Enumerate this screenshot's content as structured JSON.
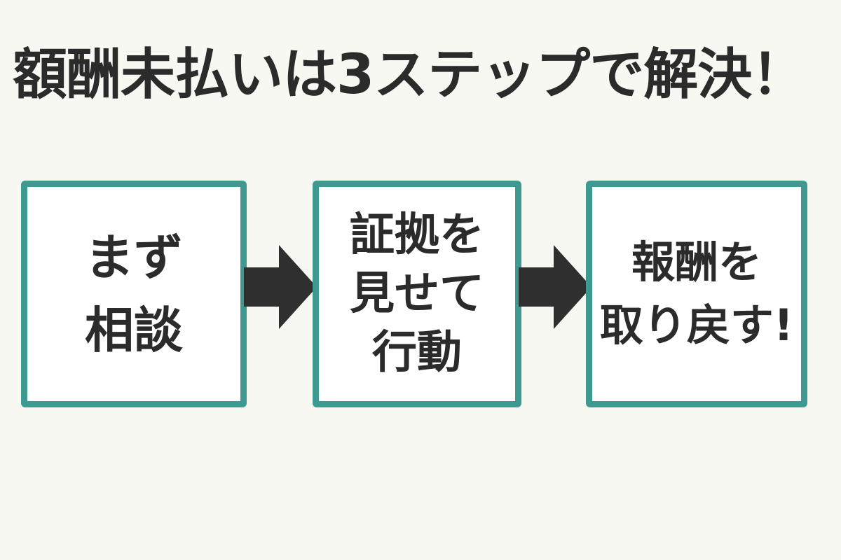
{
  "title": "額酬未払いは3ステップで解決！",
  "colors": {
    "background": "#f8f8f2",
    "box_border": "#3e9a91",
    "text": "#2b2b2b",
    "arrow": "#2f2f2f"
  },
  "steps": [
    {
      "lines": [
        "まず",
        "相談"
      ]
    },
    {
      "lines": [
        "証拠を",
        "見せて",
        "行動"
      ]
    },
    {
      "lines": [
        "報酬を",
        "取り戻す!"
      ]
    }
  ],
  "arrows": [
    {
      "icon": "arrow-right-icon"
    },
    {
      "icon": "arrow-right-icon"
    }
  ]
}
